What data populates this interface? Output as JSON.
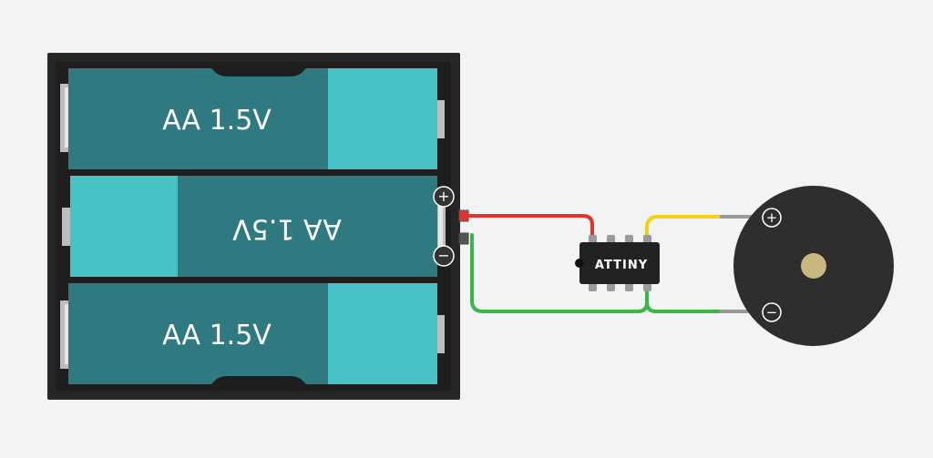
{
  "battery_pack": {
    "cells": [
      {
        "label": "AA 1.5V",
        "orientation": "normal"
      },
      {
        "label": "AA 1.5V",
        "orientation": "reversed"
      },
      {
        "label": "AA 1.5V",
        "orientation": "normal"
      }
    ],
    "positive_symbol": "+",
    "negative_symbol": "−"
  },
  "chip": {
    "label": "ATTINY"
  },
  "buzzer": {
    "positive_symbol": "+",
    "negative_symbol": "−"
  },
  "colors": {
    "background": "#f2f3f5",
    "holder": "#262626",
    "cell_body": "#2f7a80",
    "cell_cap": "#47c0c6",
    "wire_red": "#e2332c",
    "wire_green": "#3ab54a",
    "wire_yellow": "#f5d10f",
    "lead_gray": "#9a9a9a",
    "chip_body": "#222222",
    "buzzer_body": "#2e2e2e",
    "buzzer_center": "#c8b77f"
  }
}
